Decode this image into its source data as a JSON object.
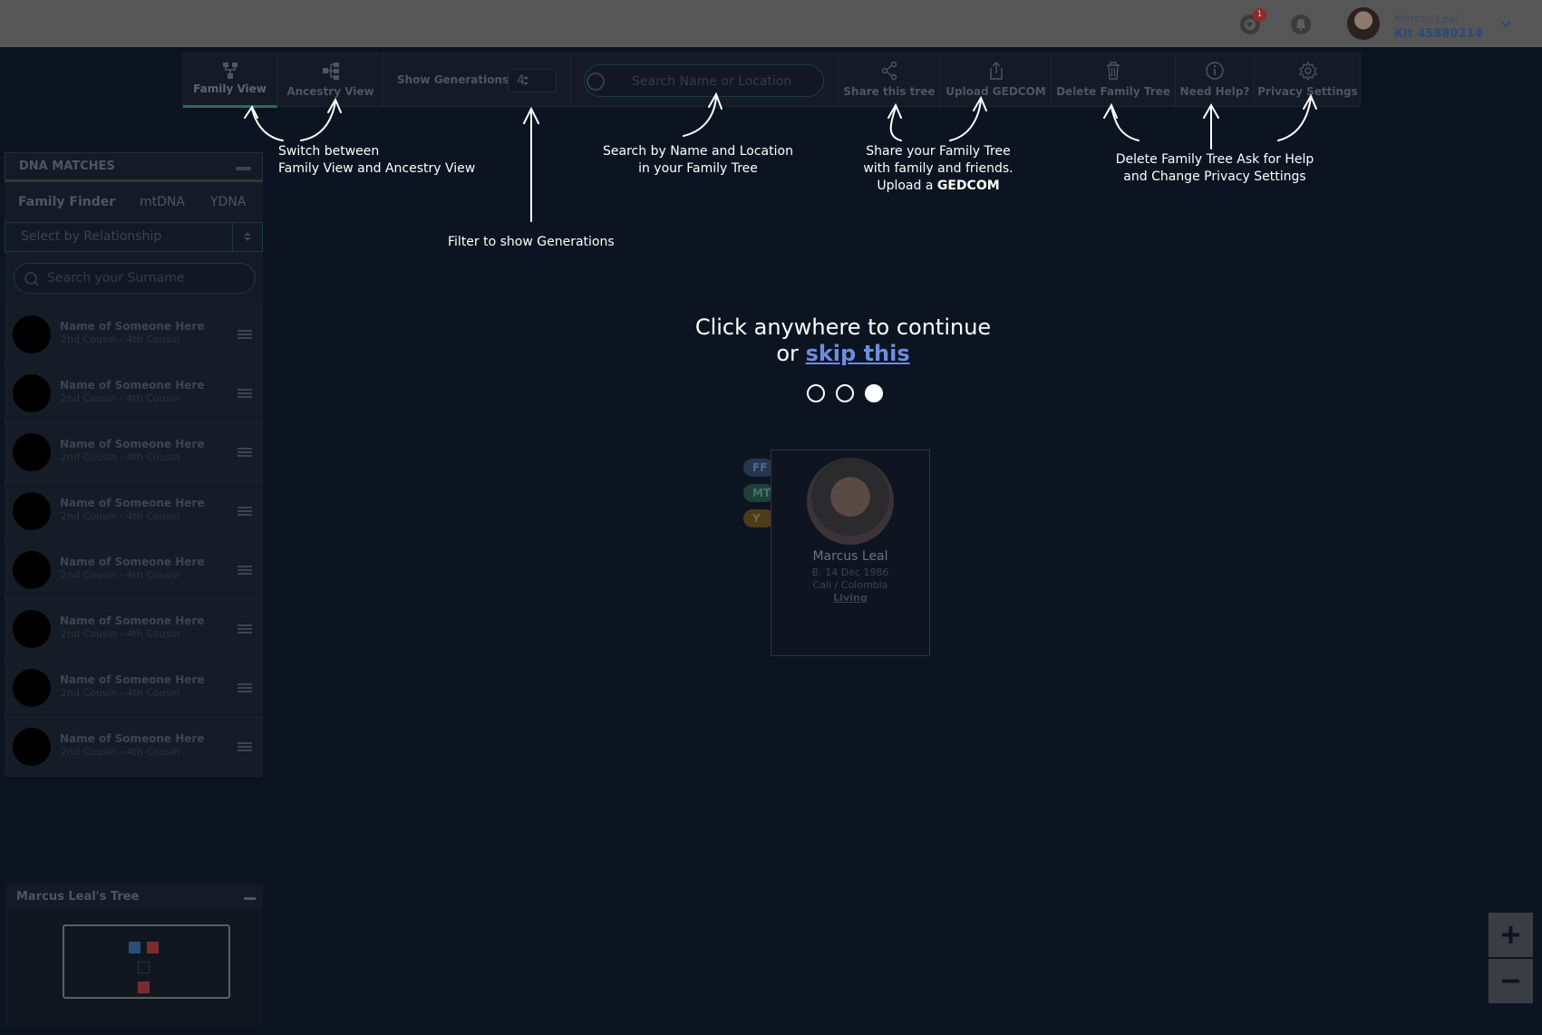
{
  "header": {
    "notification_count": "1",
    "user_name": "Marcus Leal",
    "user_kit": "Kit 45880214"
  },
  "toolbar": {
    "family_view": "Family View",
    "ancestry_view": "Ancestry View",
    "show_generations": "Show Generations",
    "generations_value": "4",
    "search_placeholder": "Search Name or Location",
    "share": "Share this tree",
    "upload": "Upload GEDCOM",
    "delete": "Delete Family Tree",
    "help": "Need Help?",
    "privacy": "Privacy Settings"
  },
  "annotations": {
    "switch_line1": "Switch between",
    "switch_line2": "Family View and Ancestry View",
    "filter": "Filter to show Generations",
    "search_line1": "Search by Name and Location",
    "search_line2": "in your Family Tree",
    "share_line1": "Share your Family Tree",
    "share_line2": "with family and friends.",
    "share_line3_prefix": "Upload a",
    "share_line3_bold": "GEDCOM",
    "delete_line1": "Delete Family Tree Ask for Help",
    "delete_line2": "and Change Privacy Settings"
  },
  "overlay": {
    "continue_text": "Click anywhere to continue",
    "or_text": "or",
    "skip_label": "skip this",
    "steps_total": 3,
    "step_current": 3
  },
  "person": {
    "tags": [
      "FF",
      "MT",
      "Y"
    ],
    "name": "Marcus Leal",
    "birth": "B: 14 Dec 1986",
    "place": "Cali / Colombia",
    "status": "Living"
  },
  "dna_panel": {
    "title": "DNA MATCHES",
    "tabs": [
      "Family Finder",
      "mtDNA",
      "YDNA"
    ],
    "relationship_placeholder": "Select by Relationship",
    "surname_placeholder": "Search your Surname",
    "matches": [
      {
        "name": "Name of Someone Here",
        "relationship": "2nd Cousin - 4th Cousin"
      },
      {
        "name": "Name of Someone Here",
        "relationship": "2nd Cousin - 4th Cousin"
      },
      {
        "name": "Name of Someone Here",
        "relationship": "2nd Cousin - 4th Cousin"
      },
      {
        "name": "Name of Someone Here",
        "relationship": "2nd Cousin - 4th Cousin"
      },
      {
        "name": "Name of Someone Here",
        "relationship": "2nd Cousin - 4th Cousin"
      },
      {
        "name": "Name of Someone Here",
        "relationship": "2nd Cousin - 4th Cousin"
      },
      {
        "name": "Name of Someone Here",
        "relationship": "2nd Cousin - 4th Cousin"
      },
      {
        "name": "Name of Someone Here",
        "relationship": "2nd Cousin - 4th Cousin"
      }
    ]
  },
  "tree_panel": {
    "title": "Marcus Leal's Tree"
  },
  "colors": {
    "accent_link": "#6d8ddf",
    "overlay_background": "#0d1421",
    "male_node": "#2c4d7a",
    "female_node": "#7a2c2c"
  },
  "icons": [
    "globe-icon",
    "bell-icon",
    "chevron-down-icon",
    "family-view-icon",
    "ancestry-view-icon",
    "share-icon",
    "upload-icon",
    "trash-icon",
    "info-icon",
    "gear-icon",
    "search-icon",
    "plus-icon",
    "minus-icon"
  ]
}
